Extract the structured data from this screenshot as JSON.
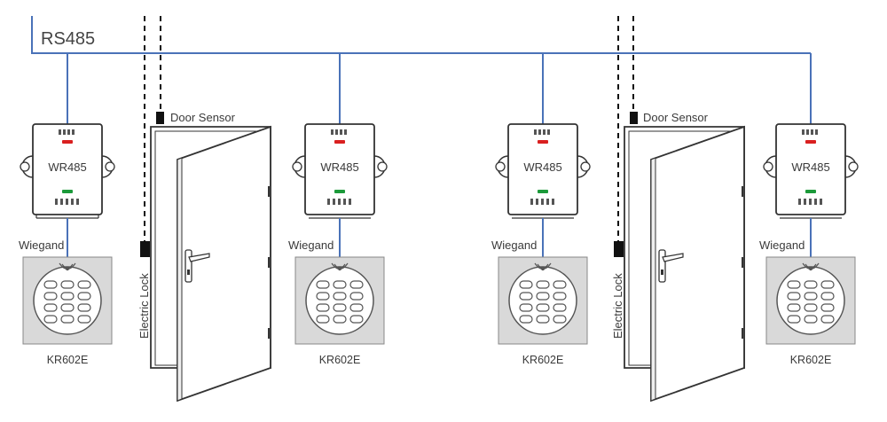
{
  "bus": {
    "label": "RS485"
  },
  "modules": [
    {
      "label": "WR485",
      "link_label": "Wiegand",
      "reader_label": "KR602E"
    },
    {
      "label": "WR485",
      "link_label": "Wiegand",
      "reader_label": "KR602E"
    },
    {
      "label": "WR485",
      "link_label": "Wiegand",
      "reader_label": "KR602E"
    },
    {
      "label": "WR485",
      "link_label": "Wiegand",
      "reader_label": "KR602E"
    }
  ],
  "doors": [
    {
      "sensor_label": "Door Sensor",
      "lock_label": "Electric Lock"
    },
    {
      "sensor_label": "Door Sensor",
      "lock_label": "Electric Lock"
    }
  ],
  "colors": {
    "bus_line": "#4a72b8",
    "led_red": "#d92020",
    "led_green": "#1c9a3a",
    "outline": "#333333",
    "reader_bg": "#d9d9d9"
  },
  "icons": {
    "reader_logo": "wifi-arc-icon",
    "wire": "dashed-wire"
  }
}
